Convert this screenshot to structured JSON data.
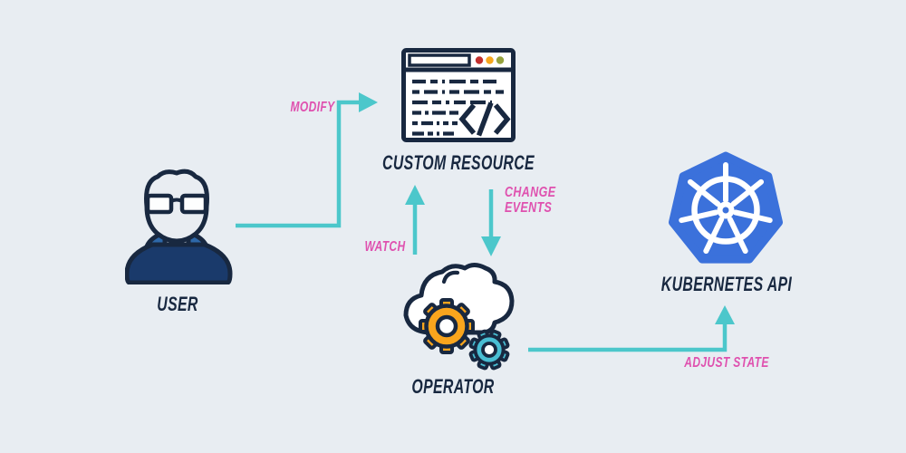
{
  "colors": {
    "background": "#E8EDF2",
    "navy": "#182840",
    "teal": "#4CC7CB",
    "pink": "#DF51AF",
    "kubernetes_blue": "#3B71DB",
    "gear_orange": "#F9A51D",
    "gear_teal": "#49BED3",
    "sweater_blue": "#1A3A6B",
    "collar_blue": "#2E68A9",
    "skin_light": "#E9EDF2",
    "dot_red": "#C2302E",
    "dot_orange": "#F6A71E",
    "dot_green": "#95A23D"
  },
  "nodes": {
    "user": {
      "label": "USER",
      "icon": "person-icon"
    },
    "custom_resource": {
      "label": "CUSTOM RESOURCE",
      "icon": "browser-code-icon"
    },
    "operator": {
      "label": "OPERATOR",
      "icon": "cloud-gears-icon"
    },
    "kubernetes_api": {
      "label": "KUBERNETES API",
      "icon": "kubernetes-helm-logo"
    }
  },
  "edges": {
    "modify": {
      "label": "MODIFY",
      "from": "user",
      "to": "custom_resource"
    },
    "watch": {
      "label": "WATCH",
      "from": "operator",
      "to": "custom_resource"
    },
    "change_events": {
      "label": "CHANGE EVENTS",
      "from": "custom_resource",
      "to": "operator"
    },
    "adjust_state": {
      "label": "ADJUST STATE",
      "from": "operator",
      "to": "kubernetes_api"
    }
  }
}
